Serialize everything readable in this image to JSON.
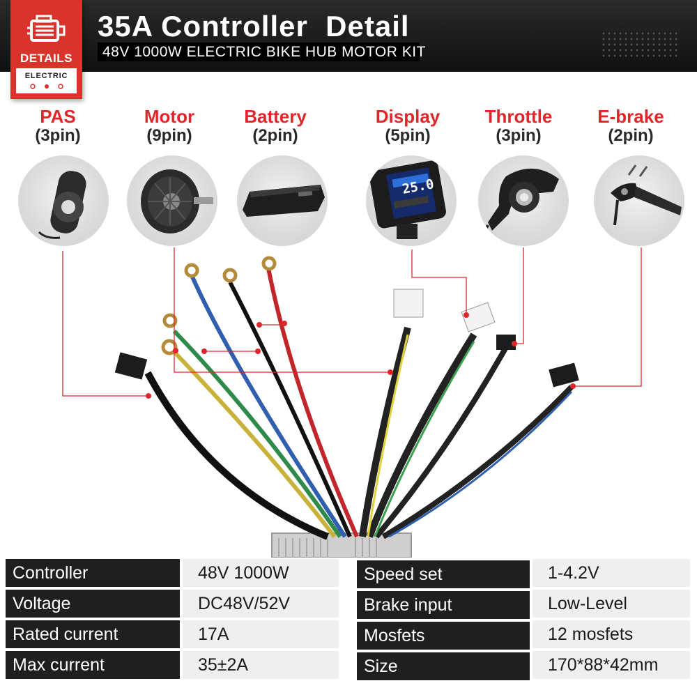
{
  "header": {
    "title": "35A Controller  Detail",
    "subtitle": "48V 1000W ELECTRIC BIKE HUB MOTOR KIT"
  },
  "badge": {
    "label": "DETAILS",
    "sub": "ELECTRIC"
  },
  "components": [
    {
      "name": "PAS",
      "pins": "(3pin)",
      "icon": "pas-sensor-icon"
    },
    {
      "name": "Motor",
      "pins": "(9pin)",
      "icon": "hub-motor-icon"
    },
    {
      "name": "Battery",
      "pins": "(2pin)",
      "icon": "battery-icon"
    },
    {
      "name": "Display",
      "pins": "(5pin)",
      "icon": "display-icon"
    },
    {
      "name": "Throttle",
      "pins": "(3pin)",
      "icon": "throttle-icon"
    },
    {
      "name": "E-brake",
      "pins": "(2pin)",
      "icon": "brake-lever-icon"
    }
  ],
  "display_readout": "25.0",
  "specs_left": [
    {
      "label": "Controller",
      "value": "48V 1000W"
    },
    {
      "label": "Voltage",
      "value": "DC48V/52V"
    },
    {
      "label": "Rated current",
      "value": "17A"
    },
    {
      "label": "Max current",
      "value": "35±2A"
    }
  ],
  "specs_right": [
    {
      "label": "Speed set",
      "value": "1-4.2V"
    },
    {
      "label": "Brake input",
      "value": "Low-Level"
    },
    {
      "label": "Mosfets",
      "value": "12 mosfets"
    },
    {
      "label": "Size",
      "value": "170*88*42mm"
    }
  ],
  "colors": {
    "accent_red": "#e0262a",
    "badge_red": "#d9342b",
    "header_dark": "#1a1a1a",
    "table_dark": "#1f1f1f",
    "table_light": "#efefef"
  }
}
